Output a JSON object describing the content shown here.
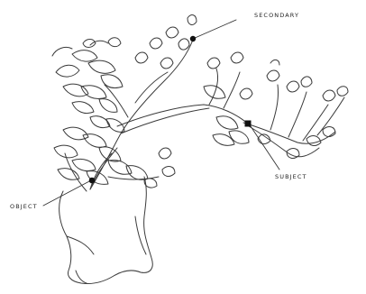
{
  "labels": {
    "secondary": "SECONDARY",
    "subject": "SUBJECT",
    "object": "OBJECT"
  },
  "colors": {
    "ink": "#3a3a3a",
    "marker": "#111111",
    "background": "#ffffff"
  },
  "icons": {
    "secondary_marker": "filled-circle",
    "subject_marker": "filled-square",
    "object_marker": "filled-circle"
  }
}
